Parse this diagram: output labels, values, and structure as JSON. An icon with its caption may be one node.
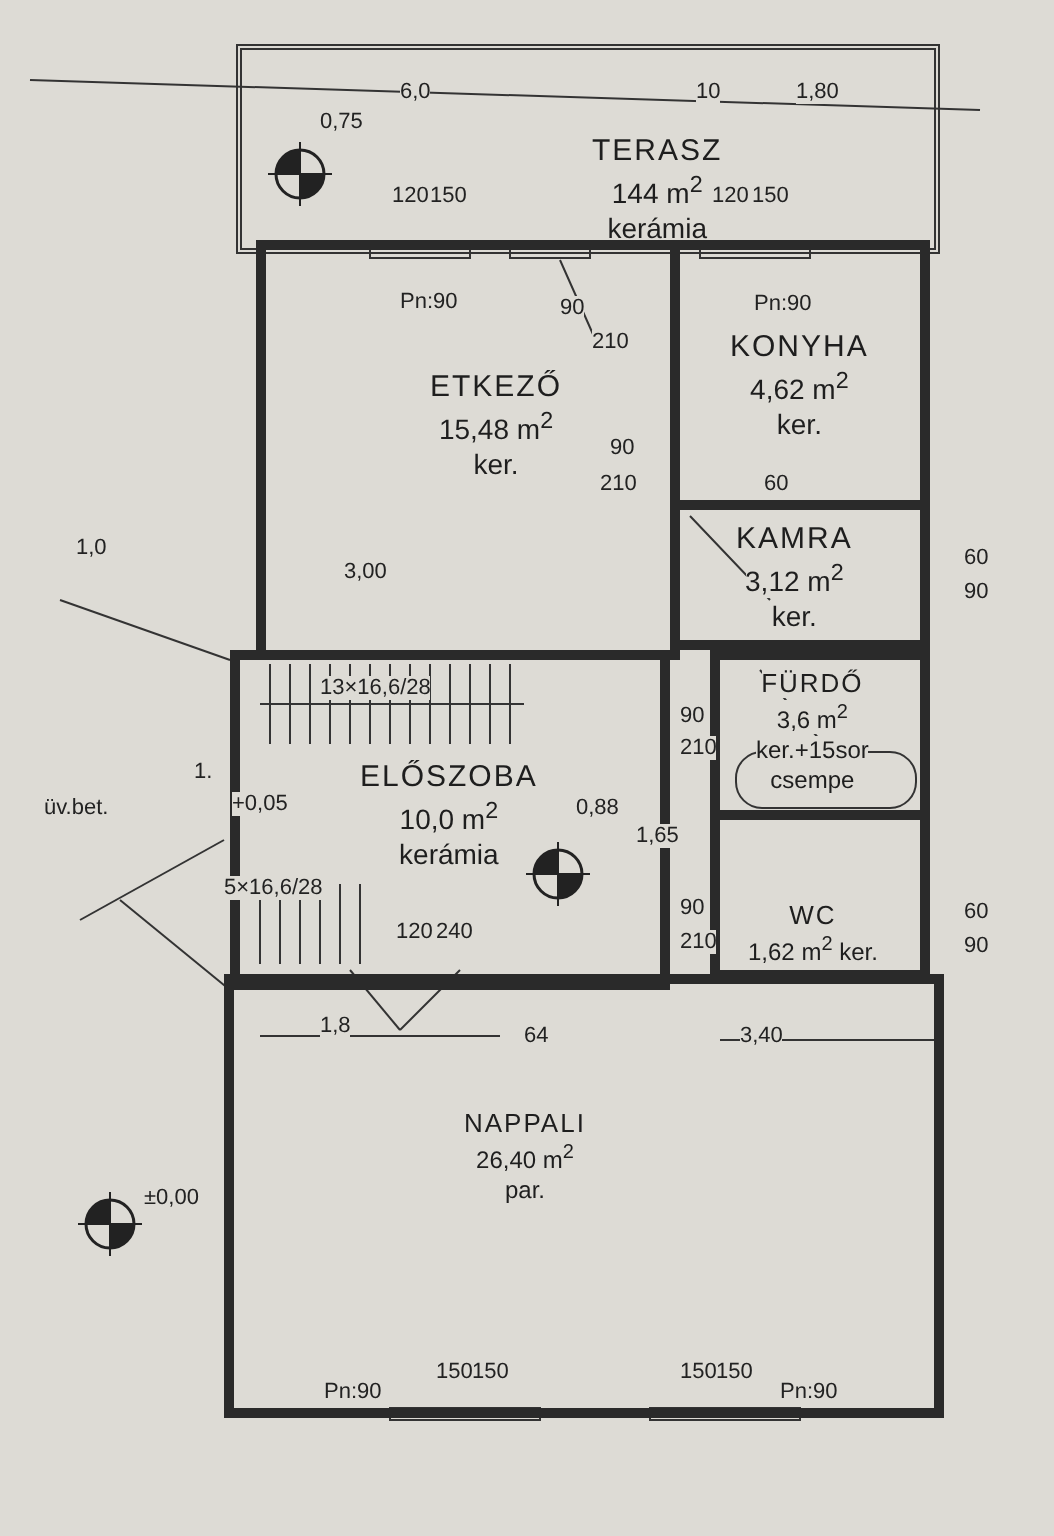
{
  "diagram": {
    "nodes": [
      {
        "text": [
          "TERASZ",
          "144 m$^{2}$",
          "kerámia"
        ]
      },
      {
        "text": [
          "ETKEZŐ",
          "15,48 m$^{2}$",
          "ker."
        ]
      },
      {
        "text": [
          "KONYHA",
          "4,62 m$^{2}$",
          "ker."
        ]
      },
      {
        "text": [
          "KAMRA",
          "3,12 m$^{2}$",
          "ker."
        ]
      },
      {
        "text": [
          "ELŐSZOBA",
          "10,0 m$^{2}$",
          "kerámia"
        ]
      },
      {
        "text": [
          "FÜRDŐ",
          "3,6 m$^{2}$",
          "ker.+15sor",
          "csempe"
        ]
      },
      {
        "text": [
          "WC",
          "1,62 m$^{2}$ ker."
        ]
      },
      {
        "text": [
          "NAPPALI",
          "26,40 m$^{2}$",
          "par."
        ]
      }
    ],
    "edges": [],
    "labels": [
      "6,0",
      "0,75",
      "10",
      "1,80",
      "120",
      "150",
      "120",
      "150",
      "Pn:90",
      "90",
      "210",
      "Pn:90",
      "90",
      "210",
      "60",
      "3,00",
      "60",
      "90",
      "13×16,6/28",
      "+0,05",
      "0,88",
      "1,65",
      "5×16,6/28",
      "90",
      "210",
      "90",
      "210",
      "60",
      "90",
      "1,8",
      "64",
      "3,40",
      "±0,00",
      "Pn:90",
      "150",
      "150",
      "150",
      "150",
      "Pn:90",
      "120",
      "240",
      "1.",
      "üv.bet.",
      "1,0"
    ]
  }
}
